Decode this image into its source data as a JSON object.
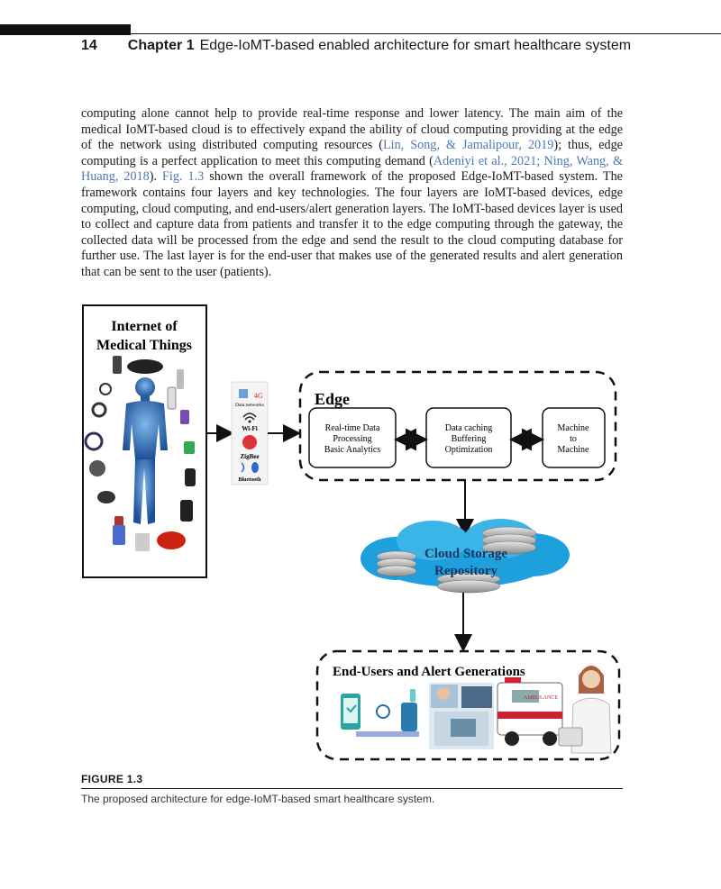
{
  "header": {
    "page_number": "14",
    "chapter_label": "Chapter 1",
    "chapter_title": "Edge-IoMT-based enabled architecture for smart healthcare system"
  },
  "body": {
    "s1": "computing alone cannot help to provide real-time response and lower latency. The main aim of the medical IoMT-based cloud is to effectively expand the ability of cloud computing providing at the edge of the network using distributed computing resources (",
    "c1": "Lin, Song, & Jamalipour, 2019",
    "s2": "); thus, edge computing is a perfect application to meet this computing demand (",
    "c2": "Adeniyi et al., 2021; Ning, Wang, & Huang, 2018",
    "s3": "). ",
    "c3": "Fig. 1.3",
    "s4": " shown the overall framework of the proposed Edge-IoMT-based system. The framework contains four layers and key technologies. The four layers are IoMT-based devices, edge computing, cloud computing, and end-users/alert generation layers. The IoMT-based devices layer is used to collect and capture data from patients and transfer it to the edge computing through the gateway, the collected data will be processed from the edge and send the result to the cloud computing database for further use. The last layer is for the end-user that makes use of the generated results and alert generation that can be sent to the user (patients)."
  },
  "diagram": {
    "iomt_title_line1": "Internet of",
    "iomt_title_line2": "Medical Things",
    "network_4g": "4G",
    "network_data": "Data networks",
    "network_wifi": "Wi-Fi",
    "network_zigbee": "ZigBee",
    "network_bluetooth": "Bluetooth",
    "edge_title": "Edge",
    "edge_box1": [
      "Real-time Data",
      "Processing",
      "Basic Analytics"
    ],
    "edge_box2": [
      "Data caching",
      "Buffering",
      "Optimization"
    ],
    "edge_box3": [
      "Machine",
      "to",
      "Machine"
    ],
    "cloud_line1": "Cloud Storage",
    "cloud_line2": "Repository",
    "enduser_title": "End-Users and Alert Generations",
    "ambulance_text": "AMBULANCE"
  },
  "figure": {
    "label": "FIGURE 1.3",
    "caption": "The proposed architecture for edge-IoMT-based smart healthcare system."
  },
  "colors": {
    "citation": "#4a7ab5",
    "cloud": "#1ea0dc",
    "cloud_text": "#15355f",
    "body_figure": "#2a5aa0"
  }
}
